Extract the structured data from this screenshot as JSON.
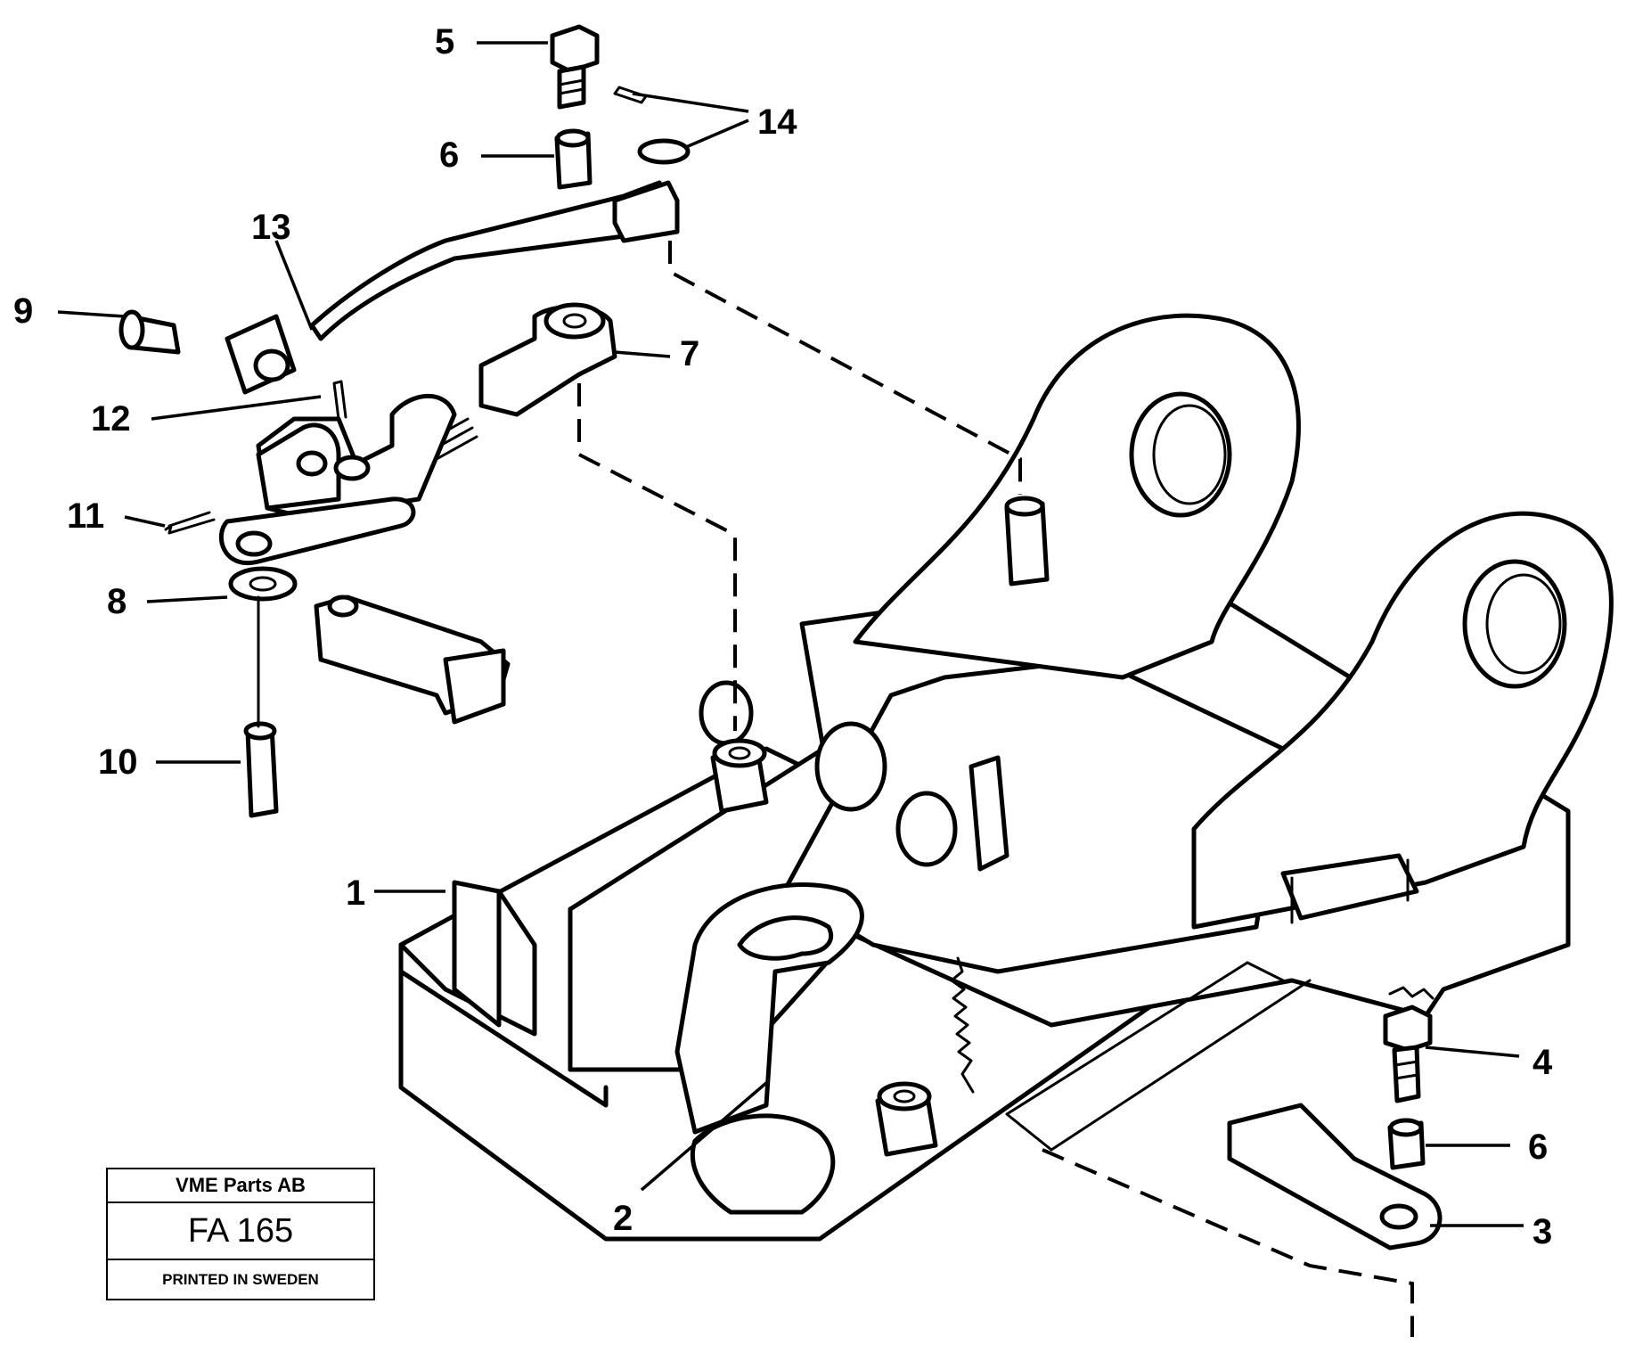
{
  "diagram": {
    "callouts": [
      "1",
      "2",
      "3",
      "4",
      "5",
      "6",
      "6",
      "7",
      "8",
      "9",
      "10",
      "11",
      "12",
      "13",
      "14"
    ]
  },
  "stamp": {
    "company": "VME Parts AB",
    "code": "FA 165",
    "printed": "PRINTED IN SWEDEN"
  }
}
